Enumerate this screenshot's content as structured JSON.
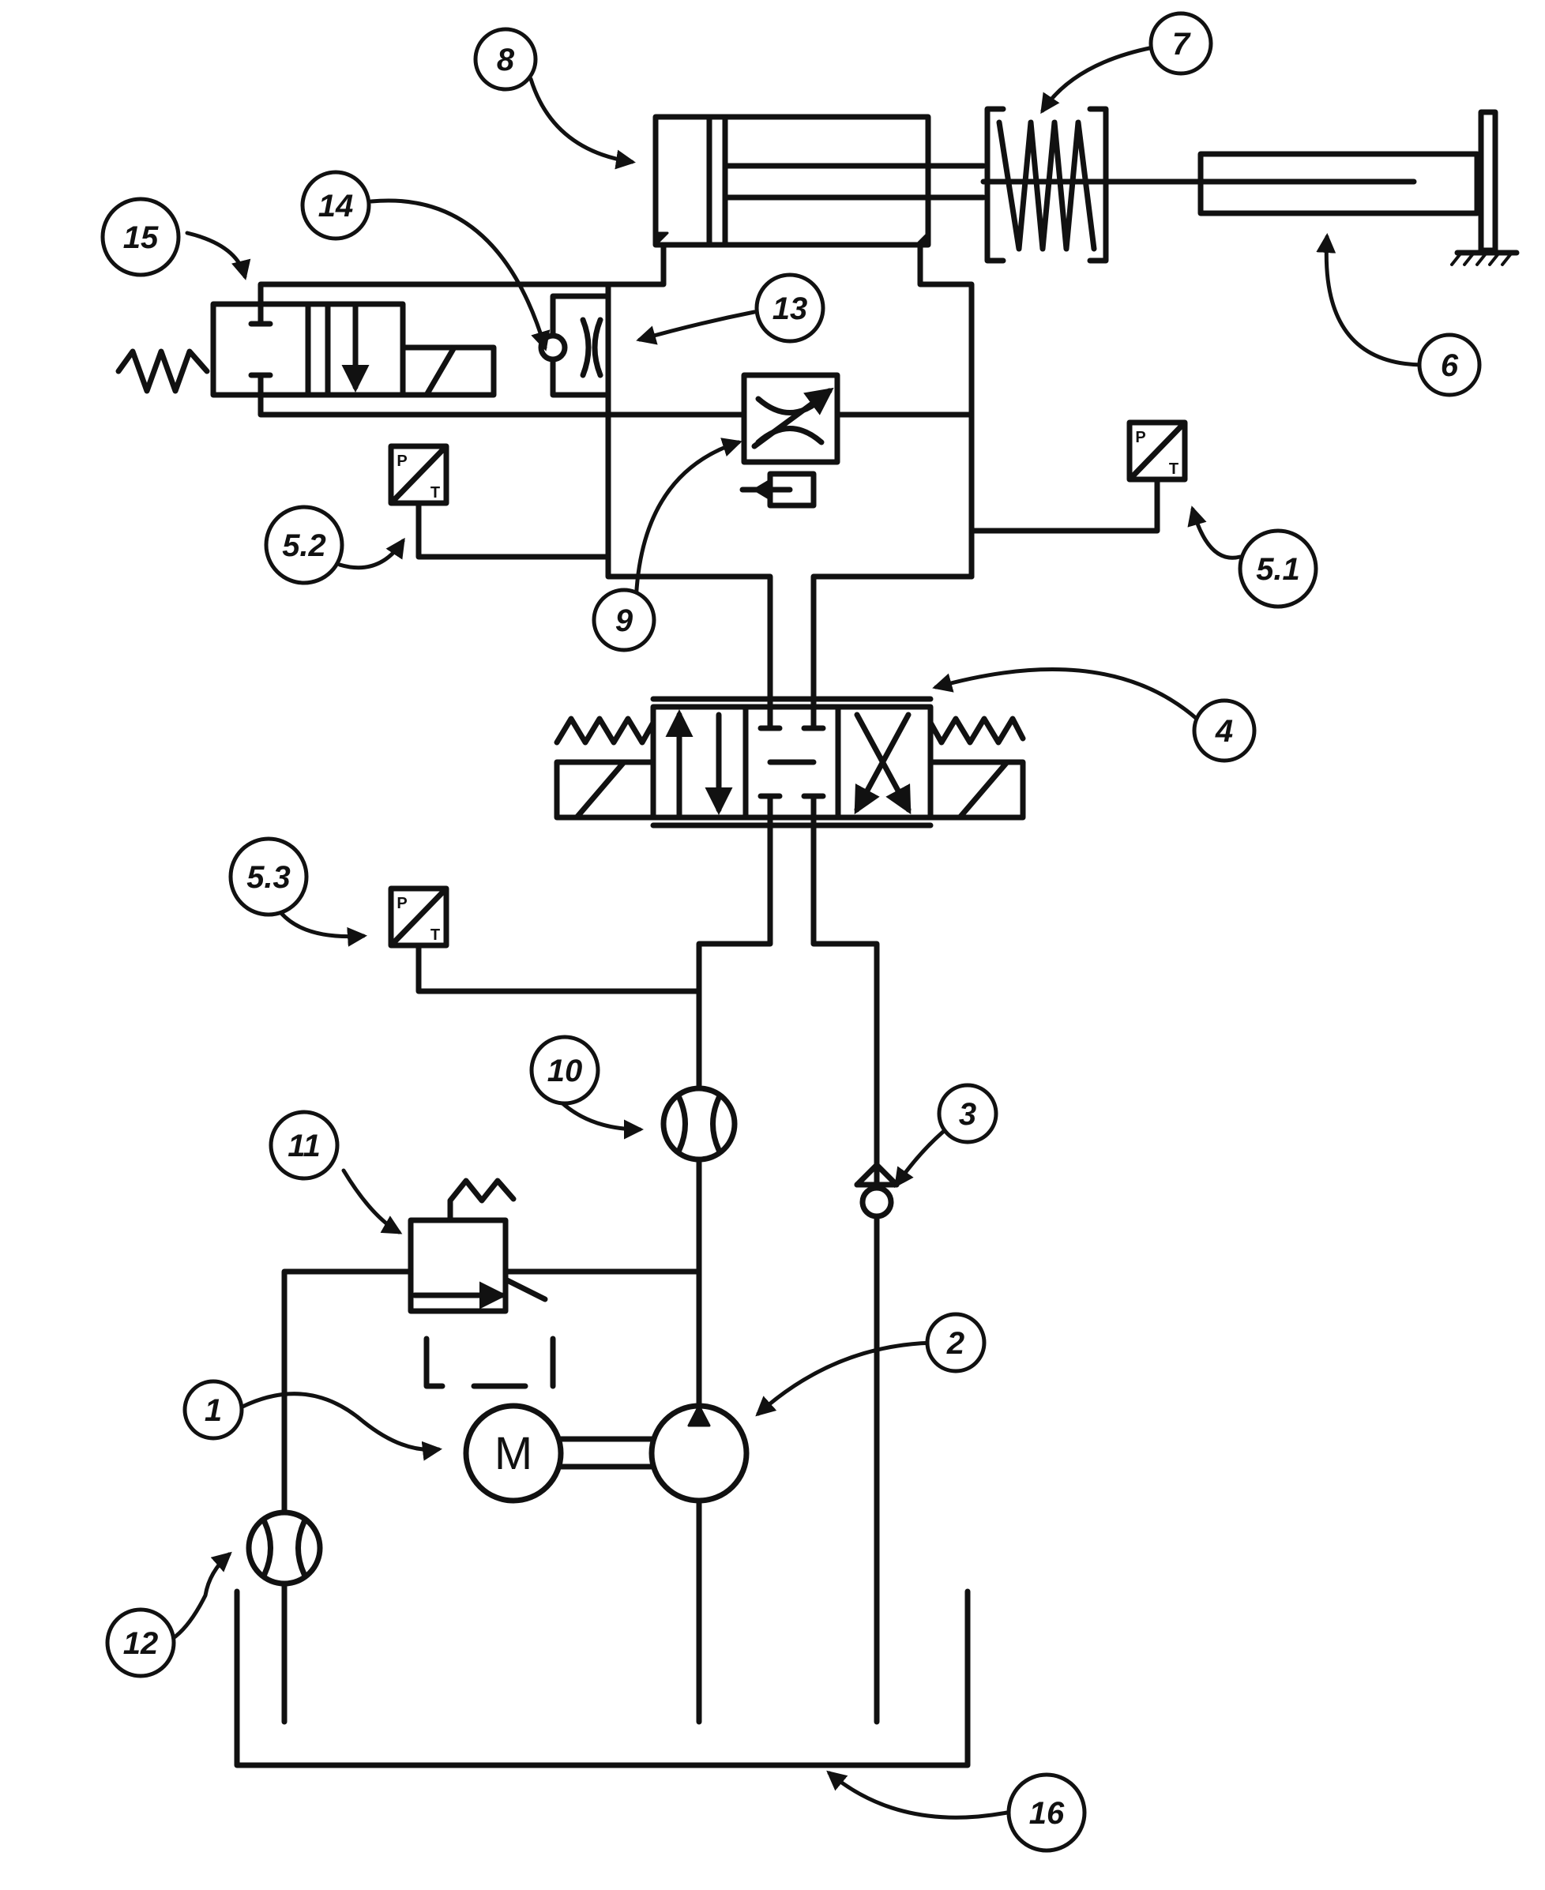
{
  "diagram": {
    "stroke_color": "#111111",
    "background": "#ffffff",
    "components": [
      {
        "id": "1",
        "name": "motor",
        "symbol_text": "M"
      },
      {
        "id": "2",
        "name": "pump"
      },
      {
        "id": "3",
        "name": "check-valve"
      },
      {
        "id": "4",
        "name": "directional-control-valve"
      },
      {
        "id": "5.1",
        "name": "pressure-temperature-sensor",
        "symbol_text_top": "P",
        "symbol_text_bottom": "T"
      },
      {
        "id": "5.2",
        "name": "pressure-temperature-sensor",
        "symbol_text_top": "P",
        "symbol_text_bottom": "T"
      },
      {
        "id": "5.3",
        "name": "pressure-temperature-sensor",
        "symbol_text_top": "P",
        "symbol_text_bottom": "T"
      },
      {
        "id": "6",
        "name": "rod-load"
      },
      {
        "id": "7",
        "name": "spring"
      },
      {
        "id": "8",
        "name": "hydraulic-cylinder"
      },
      {
        "id": "9",
        "name": "adjustable-flow-control-valve"
      },
      {
        "id": "10",
        "name": "flow-meter"
      },
      {
        "id": "11",
        "name": "pressure-relief-valve"
      },
      {
        "id": "12",
        "name": "flow-meter"
      },
      {
        "id": "13",
        "name": "throttle"
      },
      {
        "id": "14",
        "name": "check-valve"
      },
      {
        "id": "15",
        "name": "solenoid-valve"
      },
      {
        "id": "16",
        "name": "tank"
      }
    ]
  }
}
